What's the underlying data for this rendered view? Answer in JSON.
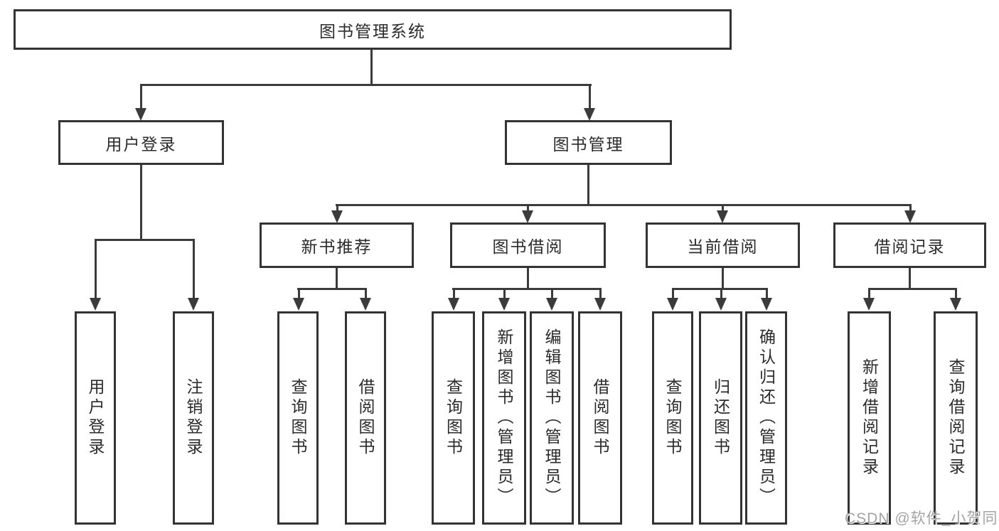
{
  "diagram": {
    "root": {
      "label": "图书管理系统"
    },
    "level2": {
      "user_login": "用户登录",
      "book_management": "图书管理"
    },
    "level3": {
      "new_books": "新书推荐",
      "book_borrow": "图书借阅",
      "current_borrow": "当前借阅",
      "borrow_records": "借阅记录"
    },
    "leaves": {
      "user_login": "用户登录",
      "logout": "注销登录",
      "nb_query": "查询图书",
      "nb_borrow": "借阅图书",
      "bb_query": "查询图书",
      "bb_add": "新增图书（管理员）",
      "bb_edit": "编辑图书（管理员）",
      "bb_borrow": "借阅图书",
      "cb_query": "查询图书",
      "cb_return": "归还图书",
      "cb_confirm": "确认归还（管理员）",
      "br_add": "新增借阅记录",
      "br_query": "查询借阅记录"
    },
    "colors": {
      "border": "#333333",
      "line": "#3b3b3b",
      "text": "#2b2b2b",
      "watermark": "#a3a3a3"
    }
  },
  "watermark": "CSDN @软件_小贺同学"
}
